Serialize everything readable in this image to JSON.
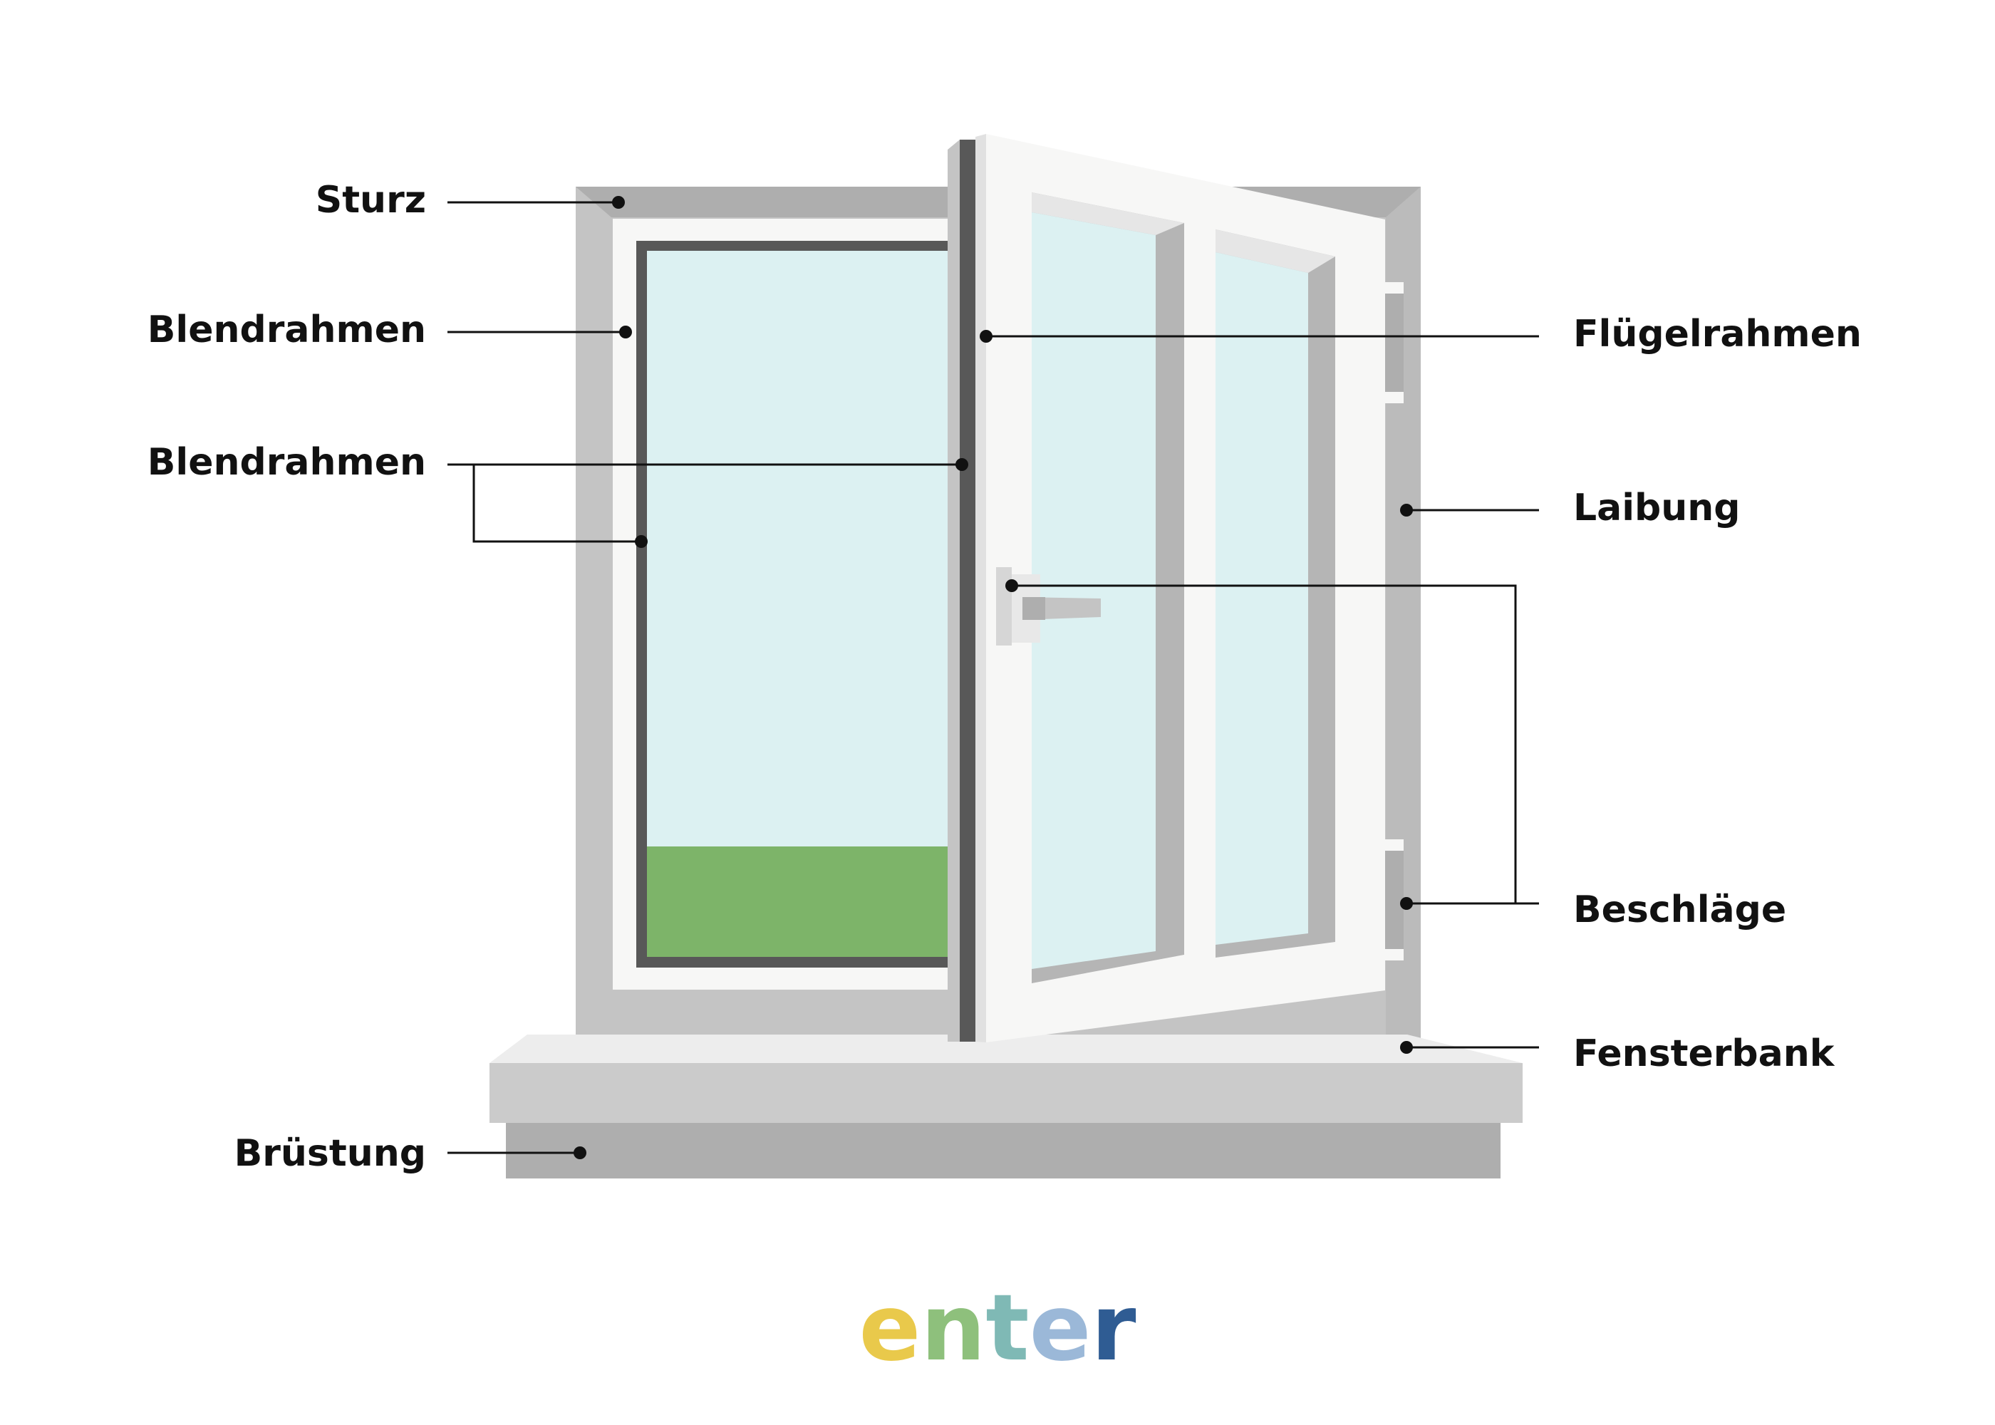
{
  "labels": {
    "sturz": "Sturz",
    "blendrahmen_1": "Blendrahmen",
    "blendrahmen_2": "Blendrahmen",
    "bruestung": "Brüstung",
    "fluegelrahmen": "Flügelrahmen",
    "laibung": "Laibung",
    "beschlaege": "Beschläge",
    "fensterbank": "Fensterbank"
  },
  "logo": {
    "letters": [
      "e",
      "n",
      "t",
      "e",
      "r"
    ],
    "colors": [
      "#E9C94B",
      "#8EC07C",
      "#7FB9B5",
      "#9BB8D8",
      "#2F5C93"
    ]
  },
  "colors": {
    "wall": "#C4C4C4",
    "wall_dark": "#AEAEAE",
    "frame_white": "#F7F7F6",
    "glass": "#DCF1F2",
    "grass": "#7DB469",
    "seal": "#585858"
  }
}
